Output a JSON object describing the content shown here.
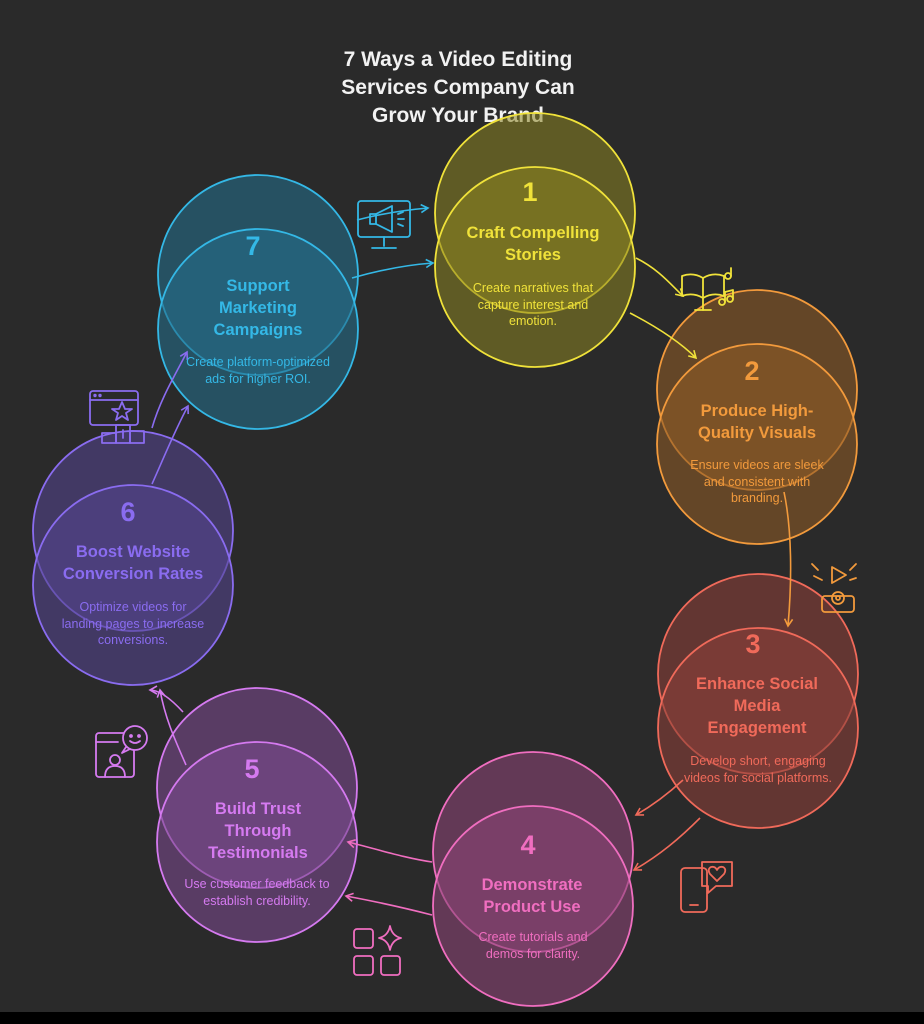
{
  "title": {
    "line1": "7 Ways a Video Editing",
    "line2": "Services Company Can",
    "line3": "Grow Your Brand"
  },
  "steps": [
    {
      "number": "1",
      "heading": "Craft Compelling Stories",
      "description": "Create narratives that capture interest and emotion.",
      "color": "#f0e23a",
      "fill": "#8a8420",
      "icon": "storybook-music-icon"
    },
    {
      "number": "2",
      "heading": "Produce High-Quality Visuals",
      "description": "Ensure videos are sleek and consistent with branding.",
      "color": "#f29a3c",
      "fill": "#8c5a26",
      "icon": "video-play-camera-icon"
    },
    {
      "number": "3",
      "heading": "Enhance Social Media Engagement",
      "description": "Develop short, engaging videos for social platforms.",
      "color": "#f06a5a",
      "fill": "#8a4038",
      "icon": "phone-heart-chat-icon"
    },
    {
      "number": "4",
      "heading": "Demonstrate Product Use",
      "description": "Create tutorials and demos for clarity.",
      "color": "#f06ec0",
      "fill": "#8a4474",
      "icon": "grid-sparkle-icon"
    },
    {
      "number": "5",
      "heading": "Build Trust Through Testimonials",
      "description": "Use customer feedback to establish credibility.",
      "color": "#d57af0",
      "fill": "#7a4a8c",
      "icon": "customer-feedback-icon"
    },
    {
      "number": "6",
      "heading": "Boost Website Conversion Rates",
      "description": "Optimize videos for landing pages to increase conversions.",
      "color": "#8a6cf0",
      "fill": "#54448c",
      "icon": "browser-star-icon"
    },
    {
      "number": "7",
      "heading": "Support Marketing Campaigns",
      "description": "Create platform-optimized ads for higher ROI.",
      "color": "#34b8e6",
      "fill": "#246d88",
      "icon": "monitor-megaphone-icon"
    }
  ]
}
